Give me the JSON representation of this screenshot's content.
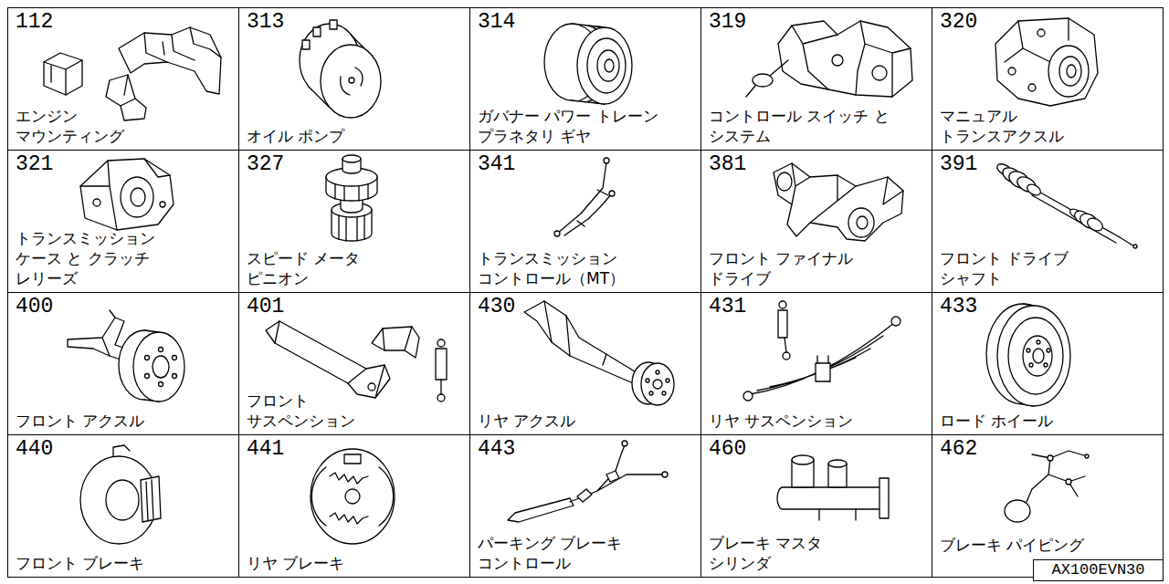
{
  "diagram": {
    "nodes": [
      {
        "text": [
          "112",
          "エンジン マウンティング"
        ]
      },
      {
        "text": [
          "313",
          "オイル ポンプ"
        ]
      },
      {
        "text": [
          "314",
          "ガバナー パワー トレーン プラネタリ ギヤ"
        ]
      },
      {
        "text": [
          "319",
          "コントロール スイッチ と システム"
        ]
      },
      {
        "text": [
          "320",
          "マニュアル トランスアクスル"
        ]
      },
      {
        "text": [
          "321",
          "トランスミッション ケース と クラッチ レリーズ"
        ]
      },
      {
        "text": [
          "327",
          "スピード メータ ピニオン"
        ]
      },
      {
        "text": [
          "341",
          "トランスミッション コントロール（MT）"
        ]
      },
      {
        "text": [
          "381",
          "フロント ファイナル ドライブ"
        ]
      },
      {
        "text": [
          "391",
          "フロント ドライブ シャフト"
        ]
      },
      {
        "text": [
          "400",
          "フロント アクスル"
        ]
      },
      {
        "text": [
          "401",
          "フロント サスペンション"
        ]
      },
      {
        "text": [
          "430",
          "リヤ アクスル"
        ]
      },
      {
        "text": [
          "431",
          "リヤ サスペンション"
        ]
      },
      {
        "text": [
          "433",
          "ロード ホイール"
        ]
      },
      {
        "text": [
          "440",
          "フロント ブレーキ"
        ]
      },
      {
        "text": [
          "441",
          "リヤ ブレーキ"
        ]
      },
      {
        "text": [
          "443",
          "パーキング ブレーキ コントロール"
        ]
      },
      {
        "text": [
          "460",
          "ブレーキ マスタ シリンダ"
        ]
      },
      {
        "text": [
          "462",
          "ブレーキ パイピング"
        ]
      },
      {
        "text": [
          "AX100EVN30"
        ]
      }
    ]
  }
}
